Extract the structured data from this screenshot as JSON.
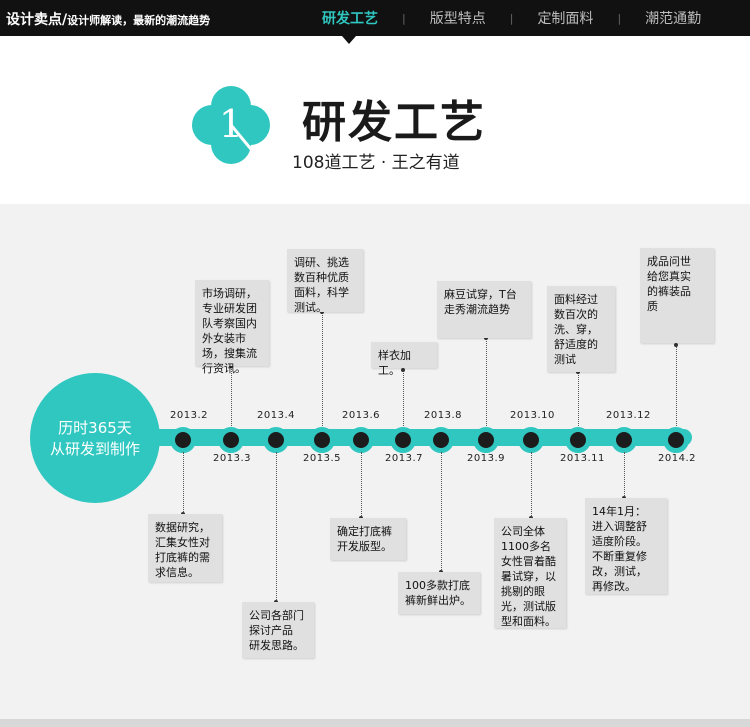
{
  "header": {
    "brand_main": "设计卖点",
    "brand_sep": "/",
    "brand_sub": "设计师解读，最新的潮流趋势",
    "nav": [
      {
        "label": "研发工艺",
        "active": true
      },
      {
        "label": "版型特点",
        "active": false
      },
      {
        "label": "定制面料",
        "active": false
      },
      {
        "label": "潮范通勤",
        "active": false
      }
    ],
    "nav_separator": "|"
  },
  "hero": {
    "number": "1",
    "title": "研发工艺",
    "subtitle": "108道工艺 · 王之有道"
  },
  "timeline": {
    "circle_line1": "历时365天",
    "circle_line2": "从研发到制作",
    "dates": [
      "2013.2",
      "2013.3",
      "2013.4",
      "2013.5",
      "2013.6",
      "2013.7",
      "2013.8",
      "2013.9",
      "2013.10",
      "2013.11",
      "2013.12",
      "2014.2"
    ],
    "notes": {
      "n_2013_2": "数据研究，\n汇集女性对\n打底裤的需\n求信息。",
      "n_2013_3": "市场调研，\n专业研发团\n队考察国内\n外女装市\n场，搜集流\n行资讯。",
      "n_2013_4": "公司各部门\n探讨产品\n研发思路。",
      "n_2013_5": "调研、挑选\n数百种优质\n面料，科学\n测试。",
      "n_2013_6": "确定打底裤\n开发版型。",
      "n_2013_7": "样衣加工。",
      "n_2013_8": "100多款打底\n裤新鲜出炉。",
      "n_2013_9": "麻豆试穿，T台\n走秀潮流趋势",
      "n_2013_10": "公司全体\n1100多名\n女性冒着酷\n暑试穿，以\n挑剔的眼\n光，测试版\n型和面料。",
      "n_2013_11": "面料经过\n数百次的\n洗、穿，\n舒适度的\n测试",
      "n_2013_12": "14年1月：\n进入调整舒\n适度阶段。\n不断重复修\n改，测试，\n再修改。",
      "n_2014_2": "成品问世\n给您真实\n的裤装品\n质"
    }
  },
  "colors": {
    "accent": "#2fc7c0",
    "topbar": "#111111",
    "panel": "#f2f2f2",
    "note": "#e0e0e0"
  }
}
